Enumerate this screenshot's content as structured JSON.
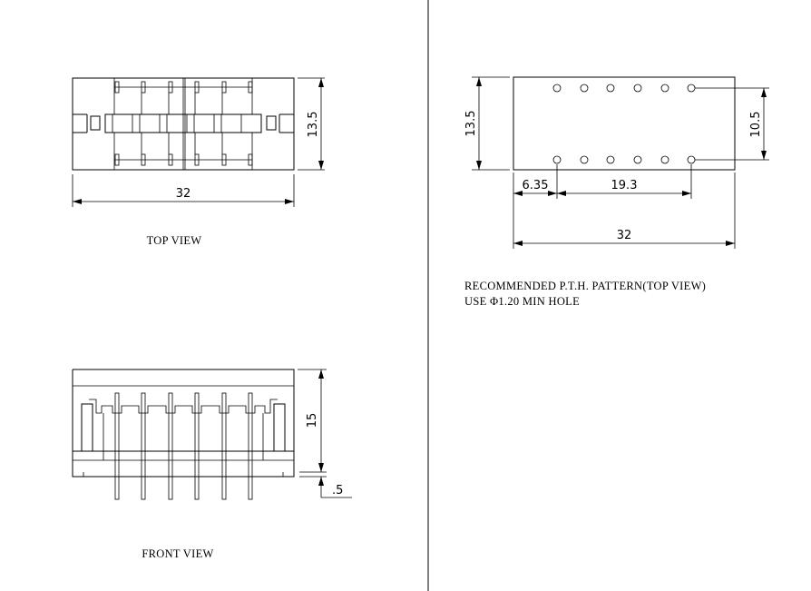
{
  "top_view": {
    "caption": "TOP VIEW",
    "dim_height": "13.5",
    "dim_width": "32"
  },
  "front_view": {
    "caption": "FRONT VIEW",
    "dim_height": "15",
    "dim_offset": ".5"
  },
  "pth_pattern": {
    "dim_height": "13.5",
    "dim_row_pitch": "10.5",
    "dim_first_hole": "6.35",
    "dim_hole_span": "19.3",
    "dim_width": "32",
    "note_line1": "RECOMMENDED P.T.H. PATTERN(TOP VIEW)",
    "note_line2": "USE Φ1.20 MIN HOLE",
    "hole_columns": 6,
    "hole_rows": 2
  }
}
